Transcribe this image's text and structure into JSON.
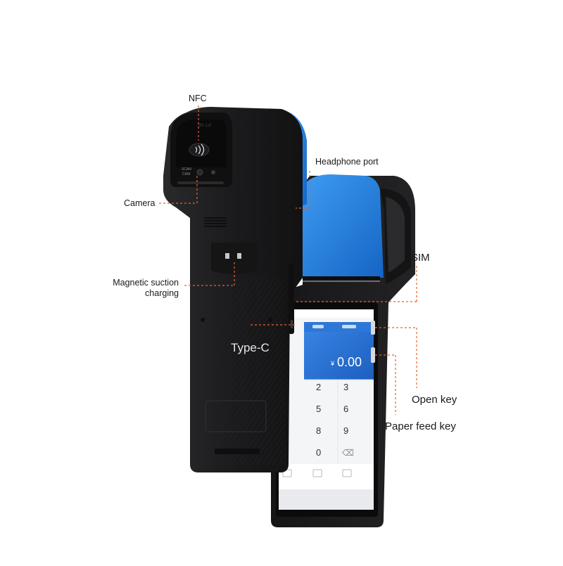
{
  "callouts": {
    "nfc": "NFC",
    "camera": "Camera",
    "magnetic_line1": "Magnetic suction",
    "magnetic_line2": "charging",
    "headphone": "Headphone port",
    "sim": "SIM",
    "type_c": "Type-C",
    "open_key": "Open key",
    "paper_feed_key": "Paper feed key"
  },
  "device_back": {
    "scan_label_1": "SCAN",
    "scan_label_2": "CAM"
  },
  "screen": {
    "amount": "0.00",
    "currency": "¥",
    "keypad": [
      "2",
      "3",
      "5",
      "6",
      "8",
      "9",
      "0",
      "⌫"
    ]
  },
  "colors": {
    "accent_blue": "#1f7fe0",
    "leader_orange": "#e4642a",
    "device_body": "#1c1c1e"
  }
}
